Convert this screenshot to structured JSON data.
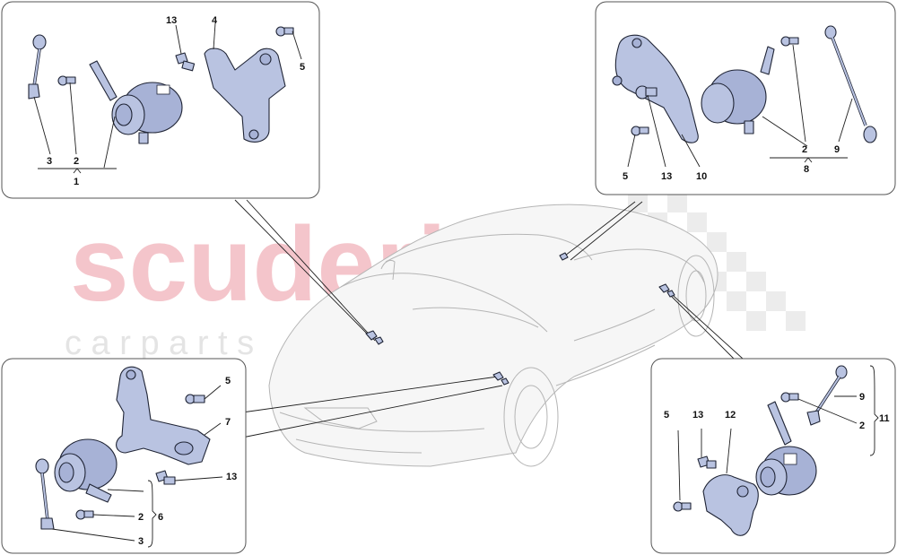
{
  "watermark": {
    "brand": "scuderia",
    "sub": "c a r p a r t s"
  },
  "colors": {
    "part_fill": "#b9c3e1",
    "watermark_red": "#f4c5cb",
    "line": "#1f1f1f"
  },
  "callouts": {
    "top_left": {
      "n1": "1",
      "n2": "2",
      "n3": "3",
      "n4": "4",
      "n5": "5",
      "n13": "13"
    },
    "top_right": {
      "n2": "2",
      "n5": "5",
      "n8": "8",
      "n9": "9",
      "n10": "10",
      "n13": "13"
    },
    "bottom_left": {
      "n2": "2",
      "n3": "3",
      "n5": "5",
      "n6": "6",
      "n7": "7",
      "n13": "13"
    },
    "bottom_right": {
      "n2": "2",
      "n5": "5",
      "n9": "9",
      "n11": "11",
      "n12": "12",
      "n13": "13"
    }
  }
}
